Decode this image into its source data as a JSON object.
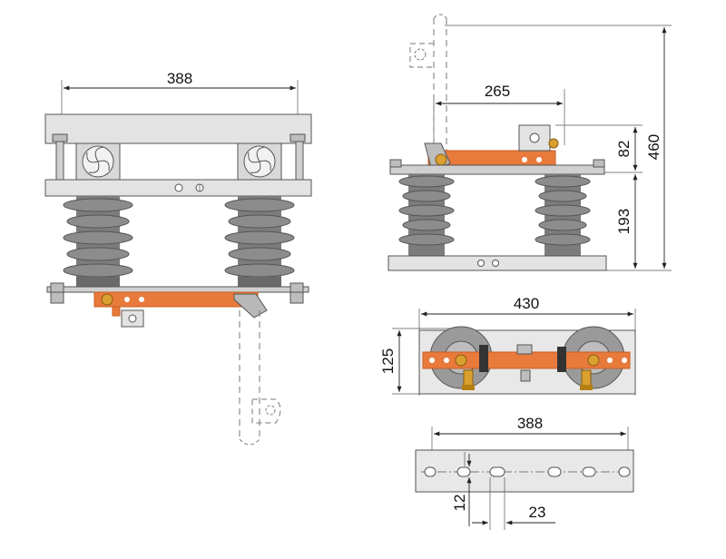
{
  "dimensions": {
    "front_width": "388",
    "side_arm": "265",
    "side_top": "82",
    "side_total": "460",
    "side_lower": "193",
    "top_width": "430",
    "top_depth": "125",
    "base_width": "388",
    "slot_width": "12",
    "slot_length": "23"
  },
  "colors": {
    "insulator": "#8c8c8c",
    "insulator_dark": "#6a6a6a",
    "frame": "#e3e3e3",
    "contact": "#e87a3c",
    "contact_dark": "#c85d22",
    "brass": "#d9a030"
  }
}
